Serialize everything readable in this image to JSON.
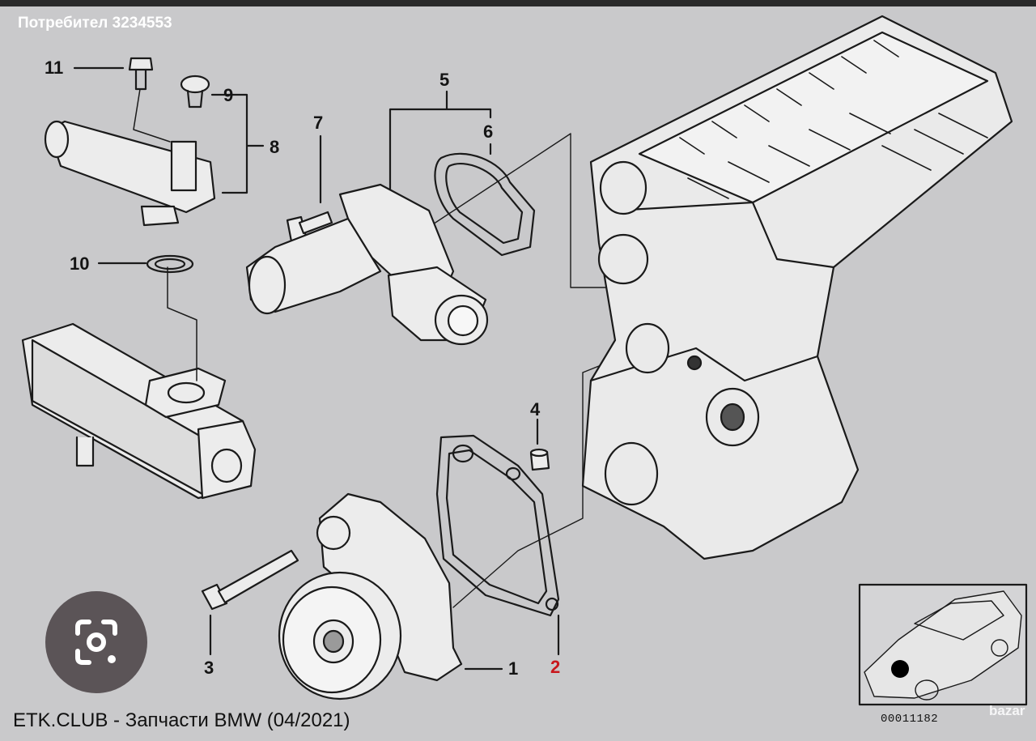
{
  "header": {
    "user_label": "Потребител 3234553"
  },
  "callouts": [
    "11",
    "9",
    "8",
    "10",
    "7",
    "5",
    "6",
    "4",
    "3",
    "1",
    "2"
  ],
  "footer": {
    "source": "ETK.CLUB - Запчасти BMW (04/2021)",
    "diagram_code": "00011182"
  },
  "watermark": "bazar",
  "colors": {
    "background": "#c9c9cb",
    "line": "#1a1a1a",
    "highlight": "#c8171d"
  }
}
